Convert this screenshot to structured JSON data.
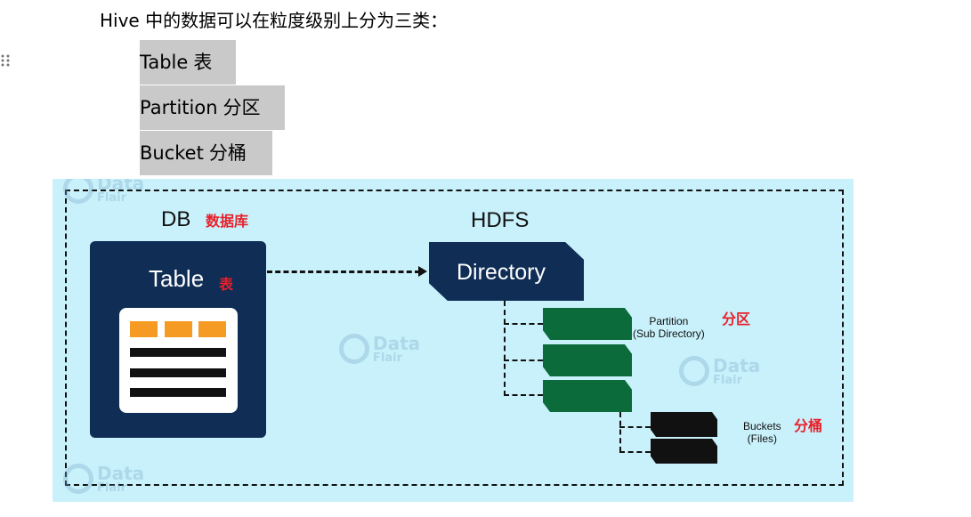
{
  "intro_text": "Hive 中的数据可以在粒度级别上分为三类：",
  "list_items": [
    {
      "en": "Table",
      "cn": "表"
    },
    {
      "en": "Partition",
      "cn": "分区"
    },
    {
      "en": "Bucket",
      "cn": "分桶"
    }
  ],
  "diagram": {
    "db_label": "DB",
    "db_cn": "数据库",
    "table_label": "Table",
    "table_cn": "表",
    "hdfs_label": "HDFS",
    "directory_label": "Directory",
    "partition_label": "Partition",
    "partition_sub": "(Sub Directory)",
    "partition_cn": "分区",
    "buckets_label": "Buckets",
    "buckets_sub": "(Files)",
    "buckets_cn": "分桶",
    "watermark_text": "Data",
    "watermark_sub": "Flair",
    "colors": {
      "background": "#c9f1fb",
      "navy": "#0f2d55",
      "green": "#0b6b3a",
      "orange": "#f59a23",
      "red": "#e8202a"
    }
  }
}
